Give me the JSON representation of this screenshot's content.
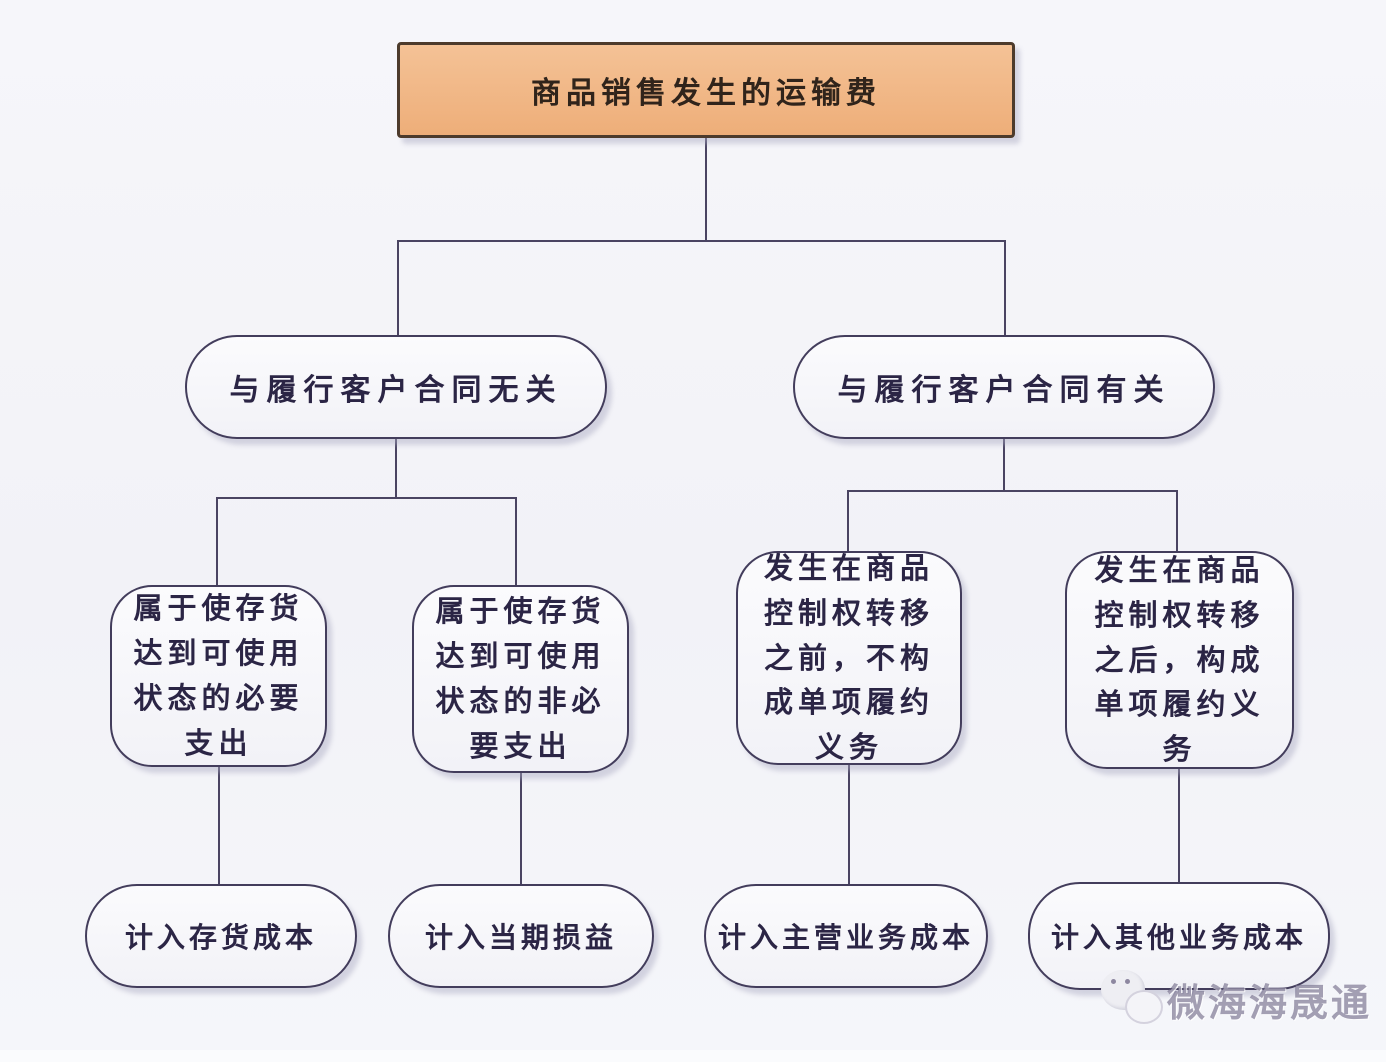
{
  "nodes": {
    "root": {
      "label": "商品销售发生的运输费"
    },
    "branch_unrelated": {
      "label": "与履行客户合同无关"
    },
    "branch_related": {
      "label": "与履行客户合同有关"
    },
    "case_necessary": {
      "label": "属于使存货\n达到可使用\n状态的必要\n支出"
    },
    "case_unnecessary": {
      "label": "属于使存货\n达到可使用\n状态的非必\n要支出"
    },
    "case_before_transfer": {
      "label": "发生在商品\n控制权转移\n之前，不构\n成单项履约\n义务"
    },
    "case_after_transfer": {
      "label": "发生在商品\n控制权转移\n之后，构成\n单项履约义\n务"
    },
    "outcome_inventory_cost": {
      "label": "计入存货成本"
    },
    "outcome_profit_loss": {
      "label": "计入当期损益"
    },
    "outcome_main_business_cost": {
      "label": "计入主营业务成本"
    },
    "outcome_other_business_cost": {
      "label": "计入其他业务成本"
    }
  },
  "watermark": {
    "text": "微海海晟通",
    "icon": "chat-bubbles-icon"
  },
  "colors": {
    "root_fill_top": "#f4c296",
    "root_fill_bottom": "#eeae79",
    "root_border": "#4d3b2c",
    "node_fill": "#f7f7fa",
    "node_border": "#433d5c",
    "connector": "#4a4462",
    "text": "#2b2545",
    "background": "#f3f3f8",
    "watermark_text": "#686080"
  }
}
